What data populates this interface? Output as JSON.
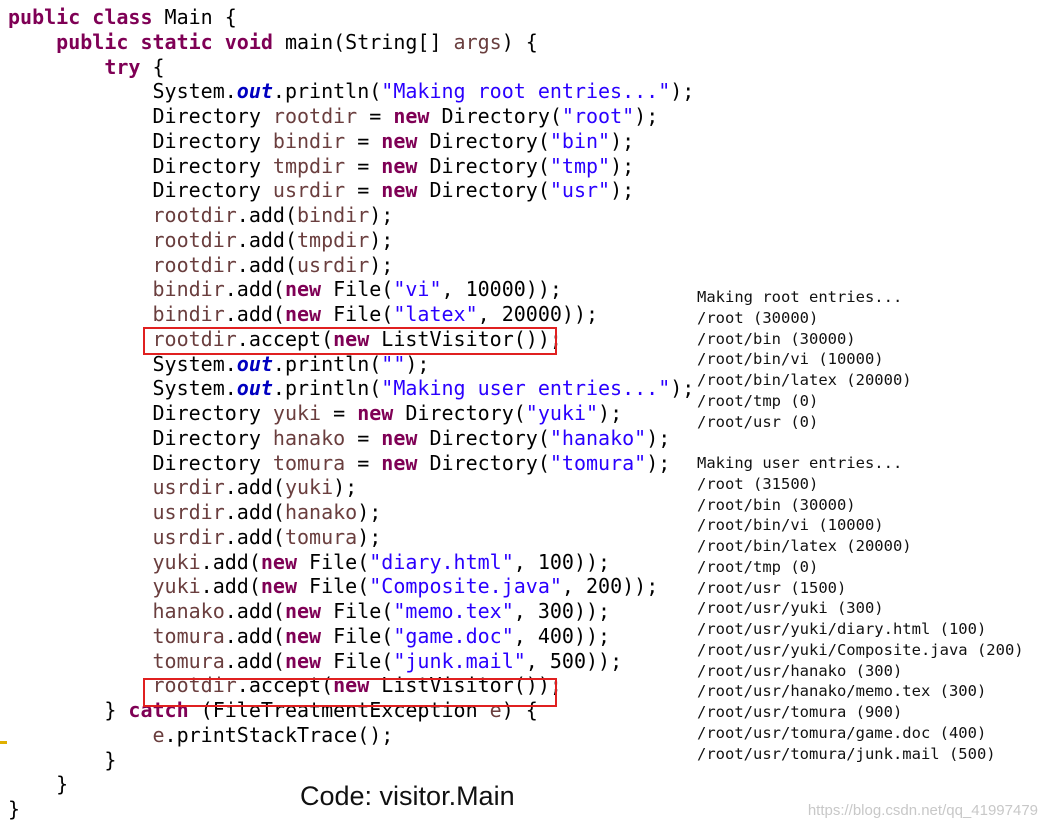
{
  "code_lines": [
    [
      [
        "kw",
        "public class"
      ],
      [
        "plain",
        " Main {"
      ]
    ],
    [
      [
        "plain",
        "    "
      ],
      [
        "kw",
        "public static void"
      ],
      [
        "plain",
        " main(String[] "
      ],
      [
        "var",
        "args"
      ],
      [
        "plain",
        ") {"
      ]
    ],
    [
      [
        "plain",
        "        "
      ],
      [
        "kw",
        "try"
      ],
      [
        "plain",
        " {"
      ]
    ],
    [
      [
        "plain",
        "            System."
      ],
      [
        "field",
        "out"
      ],
      [
        "plain",
        ".println("
      ],
      [
        "str",
        "\"Making root entries...\""
      ],
      [
        "plain",
        ");"
      ]
    ],
    [
      [
        "plain",
        "            Directory "
      ],
      [
        "var",
        "rootdir"
      ],
      [
        "plain",
        " = "
      ],
      [
        "kw",
        "new"
      ],
      [
        "plain",
        " Directory("
      ],
      [
        "str",
        "\"root\""
      ],
      [
        "plain",
        ");"
      ]
    ],
    [
      [
        "plain",
        "            Directory "
      ],
      [
        "var",
        "bindir"
      ],
      [
        "plain",
        " = "
      ],
      [
        "kw",
        "new"
      ],
      [
        "plain",
        " Directory("
      ],
      [
        "str",
        "\"bin\""
      ],
      [
        "plain",
        ");"
      ]
    ],
    [
      [
        "plain",
        "            Directory "
      ],
      [
        "var",
        "tmpdir"
      ],
      [
        "plain",
        " = "
      ],
      [
        "kw",
        "new"
      ],
      [
        "plain",
        " Directory("
      ],
      [
        "str",
        "\"tmp\""
      ],
      [
        "plain",
        ");"
      ]
    ],
    [
      [
        "plain",
        "            Directory "
      ],
      [
        "var",
        "usrdir"
      ],
      [
        "plain",
        " = "
      ],
      [
        "kw",
        "new"
      ],
      [
        "plain",
        " Directory("
      ],
      [
        "str",
        "\"usr\""
      ],
      [
        "plain",
        ");"
      ]
    ],
    [
      [
        "plain",
        "            "
      ],
      [
        "var",
        "rootdir"
      ],
      [
        "plain",
        ".add("
      ],
      [
        "var",
        "bindir"
      ],
      [
        "plain",
        ");"
      ]
    ],
    [
      [
        "plain",
        "            "
      ],
      [
        "var",
        "rootdir"
      ],
      [
        "plain",
        ".add("
      ],
      [
        "var",
        "tmpdir"
      ],
      [
        "plain",
        ");"
      ]
    ],
    [
      [
        "plain",
        "            "
      ],
      [
        "var",
        "rootdir"
      ],
      [
        "plain",
        ".add("
      ],
      [
        "var",
        "usrdir"
      ],
      [
        "plain",
        ");"
      ]
    ],
    [
      [
        "plain",
        "            "
      ],
      [
        "var",
        "bindir"
      ],
      [
        "plain",
        ".add("
      ],
      [
        "kw",
        "new"
      ],
      [
        "plain",
        " File("
      ],
      [
        "str",
        "\"vi\""
      ],
      [
        "plain",
        ", 10000));"
      ]
    ],
    [
      [
        "plain",
        "            "
      ],
      [
        "var",
        "bindir"
      ],
      [
        "plain",
        ".add("
      ],
      [
        "kw",
        "new"
      ],
      [
        "plain",
        " File("
      ],
      [
        "str",
        "\"latex\""
      ],
      [
        "plain",
        ", 20000));"
      ]
    ],
    [
      [
        "plain",
        "            "
      ],
      [
        "var",
        "rootdir"
      ],
      [
        "plain",
        ".accept("
      ],
      [
        "kw",
        "new"
      ],
      [
        "plain",
        " ListVisitor());"
      ]
    ],
    [
      [
        "plain",
        "            System."
      ],
      [
        "field",
        "out"
      ],
      [
        "plain",
        ".println("
      ],
      [
        "str",
        "\"\""
      ],
      [
        "plain",
        ");"
      ]
    ],
    [
      [
        "plain",
        "            System."
      ],
      [
        "field",
        "out"
      ],
      [
        "plain",
        ".println("
      ],
      [
        "str",
        "\"Making user entries...\""
      ],
      [
        "plain",
        ");"
      ]
    ],
    [
      [
        "plain",
        "            Directory "
      ],
      [
        "var",
        "yuki"
      ],
      [
        "plain",
        " = "
      ],
      [
        "kw",
        "new"
      ],
      [
        "plain",
        " Directory("
      ],
      [
        "str",
        "\"yuki\""
      ],
      [
        "plain",
        ");"
      ]
    ],
    [
      [
        "plain",
        "            Directory "
      ],
      [
        "var",
        "hanako"
      ],
      [
        "plain",
        " = "
      ],
      [
        "kw",
        "new"
      ],
      [
        "plain",
        " Directory("
      ],
      [
        "str",
        "\"hanako\""
      ],
      [
        "plain",
        ");"
      ]
    ],
    [
      [
        "plain",
        "            Directory "
      ],
      [
        "var",
        "tomura"
      ],
      [
        "plain",
        " = "
      ],
      [
        "kw",
        "new"
      ],
      [
        "plain",
        " Directory("
      ],
      [
        "str",
        "\"tomura\""
      ],
      [
        "plain",
        ");"
      ]
    ],
    [
      [
        "plain",
        "            "
      ],
      [
        "var",
        "usrdir"
      ],
      [
        "plain",
        ".add("
      ],
      [
        "var",
        "yuki"
      ],
      [
        "plain",
        ");"
      ]
    ],
    [
      [
        "plain",
        "            "
      ],
      [
        "var",
        "usrdir"
      ],
      [
        "plain",
        ".add("
      ],
      [
        "var",
        "hanako"
      ],
      [
        "plain",
        ");"
      ]
    ],
    [
      [
        "plain",
        "            "
      ],
      [
        "var",
        "usrdir"
      ],
      [
        "plain",
        ".add("
      ],
      [
        "var",
        "tomura"
      ],
      [
        "plain",
        ");"
      ]
    ],
    [
      [
        "plain",
        "            "
      ],
      [
        "var",
        "yuki"
      ],
      [
        "plain",
        ".add("
      ],
      [
        "kw",
        "new"
      ],
      [
        "plain",
        " File("
      ],
      [
        "str",
        "\"diary.html\""
      ],
      [
        "plain",
        ", 100));"
      ]
    ],
    [
      [
        "plain",
        "            "
      ],
      [
        "var",
        "yuki"
      ],
      [
        "plain",
        ".add("
      ],
      [
        "kw",
        "new"
      ],
      [
        "plain",
        " File("
      ],
      [
        "str",
        "\"Composite.java\""
      ],
      [
        "plain",
        ", 200));"
      ]
    ],
    [
      [
        "plain",
        "            "
      ],
      [
        "var",
        "hanako"
      ],
      [
        "plain",
        ".add("
      ],
      [
        "kw",
        "new"
      ],
      [
        "plain",
        " File("
      ],
      [
        "str",
        "\"memo.tex\""
      ],
      [
        "plain",
        ", 300));"
      ]
    ],
    [
      [
        "plain",
        "            "
      ],
      [
        "var",
        "tomura"
      ],
      [
        "plain",
        ".add("
      ],
      [
        "kw",
        "new"
      ],
      [
        "plain",
        " File("
      ],
      [
        "str",
        "\"game.doc\""
      ],
      [
        "plain",
        ", 400));"
      ]
    ],
    [
      [
        "plain",
        "            "
      ],
      [
        "var",
        "tomura"
      ],
      [
        "plain",
        ".add("
      ],
      [
        "kw",
        "new"
      ],
      [
        "plain",
        " File("
      ],
      [
        "str",
        "\"junk.mail\""
      ],
      [
        "plain",
        ", 500));"
      ]
    ],
    [
      [
        "plain",
        "            "
      ],
      [
        "var",
        "rootdir"
      ],
      [
        "plain",
        ".accept("
      ],
      [
        "kw",
        "new"
      ],
      [
        "plain",
        " ListVisitor());"
      ]
    ],
    [
      [
        "plain",
        "        } "
      ],
      [
        "kw",
        "catch"
      ],
      [
        "plain",
        " (FileTreatmentException "
      ],
      [
        "var",
        "e"
      ],
      [
        "plain",
        ") {"
      ]
    ],
    [
      [
        "plain",
        "            "
      ],
      [
        "var",
        "e"
      ],
      [
        "plain",
        ".printStackTrace();"
      ]
    ],
    [
      [
        "plain",
        "        }"
      ]
    ],
    [
      [
        "plain",
        "    }"
      ]
    ],
    [
      [
        "plain",
        "}"
      ]
    ]
  ],
  "output_lines": [
    "Making root entries...",
    "/root (30000)",
    "/root/bin (30000)",
    "/root/bin/vi (10000)",
    "/root/bin/latex (20000)",
    "/root/tmp (0)",
    "/root/usr (0)",
    "",
    "Making user entries...",
    "/root (31500)",
    "/root/bin (30000)",
    "/root/bin/vi (10000)",
    "/root/bin/latex (20000)",
    "/root/tmp (0)",
    "/root/usr (1500)",
    "/root/usr/yuki (300)",
    "/root/usr/yuki/diary.html (100)",
    "/root/usr/yuki/Composite.java (200)",
    "/root/usr/hanako (300)",
    "/root/usr/hanako/memo.tex (300)",
    "/root/usr/tomura (900)",
    "/root/usr/tomura/game.doc (400)",
    "/root/usr/tomura/junk.mail (500)"
  ],
  "caption": "Code: visitor.Main",
  "watermark": "https://blog.csdn.net/qq_41997479",
  "colors": {
    "keyword": "#7f0055",
    "string": "#2a00ff",
    "variable": "#6a3e3e",
    "static_field": "#0000c0",
    "highlight_box": "#e02020"
  }
}
